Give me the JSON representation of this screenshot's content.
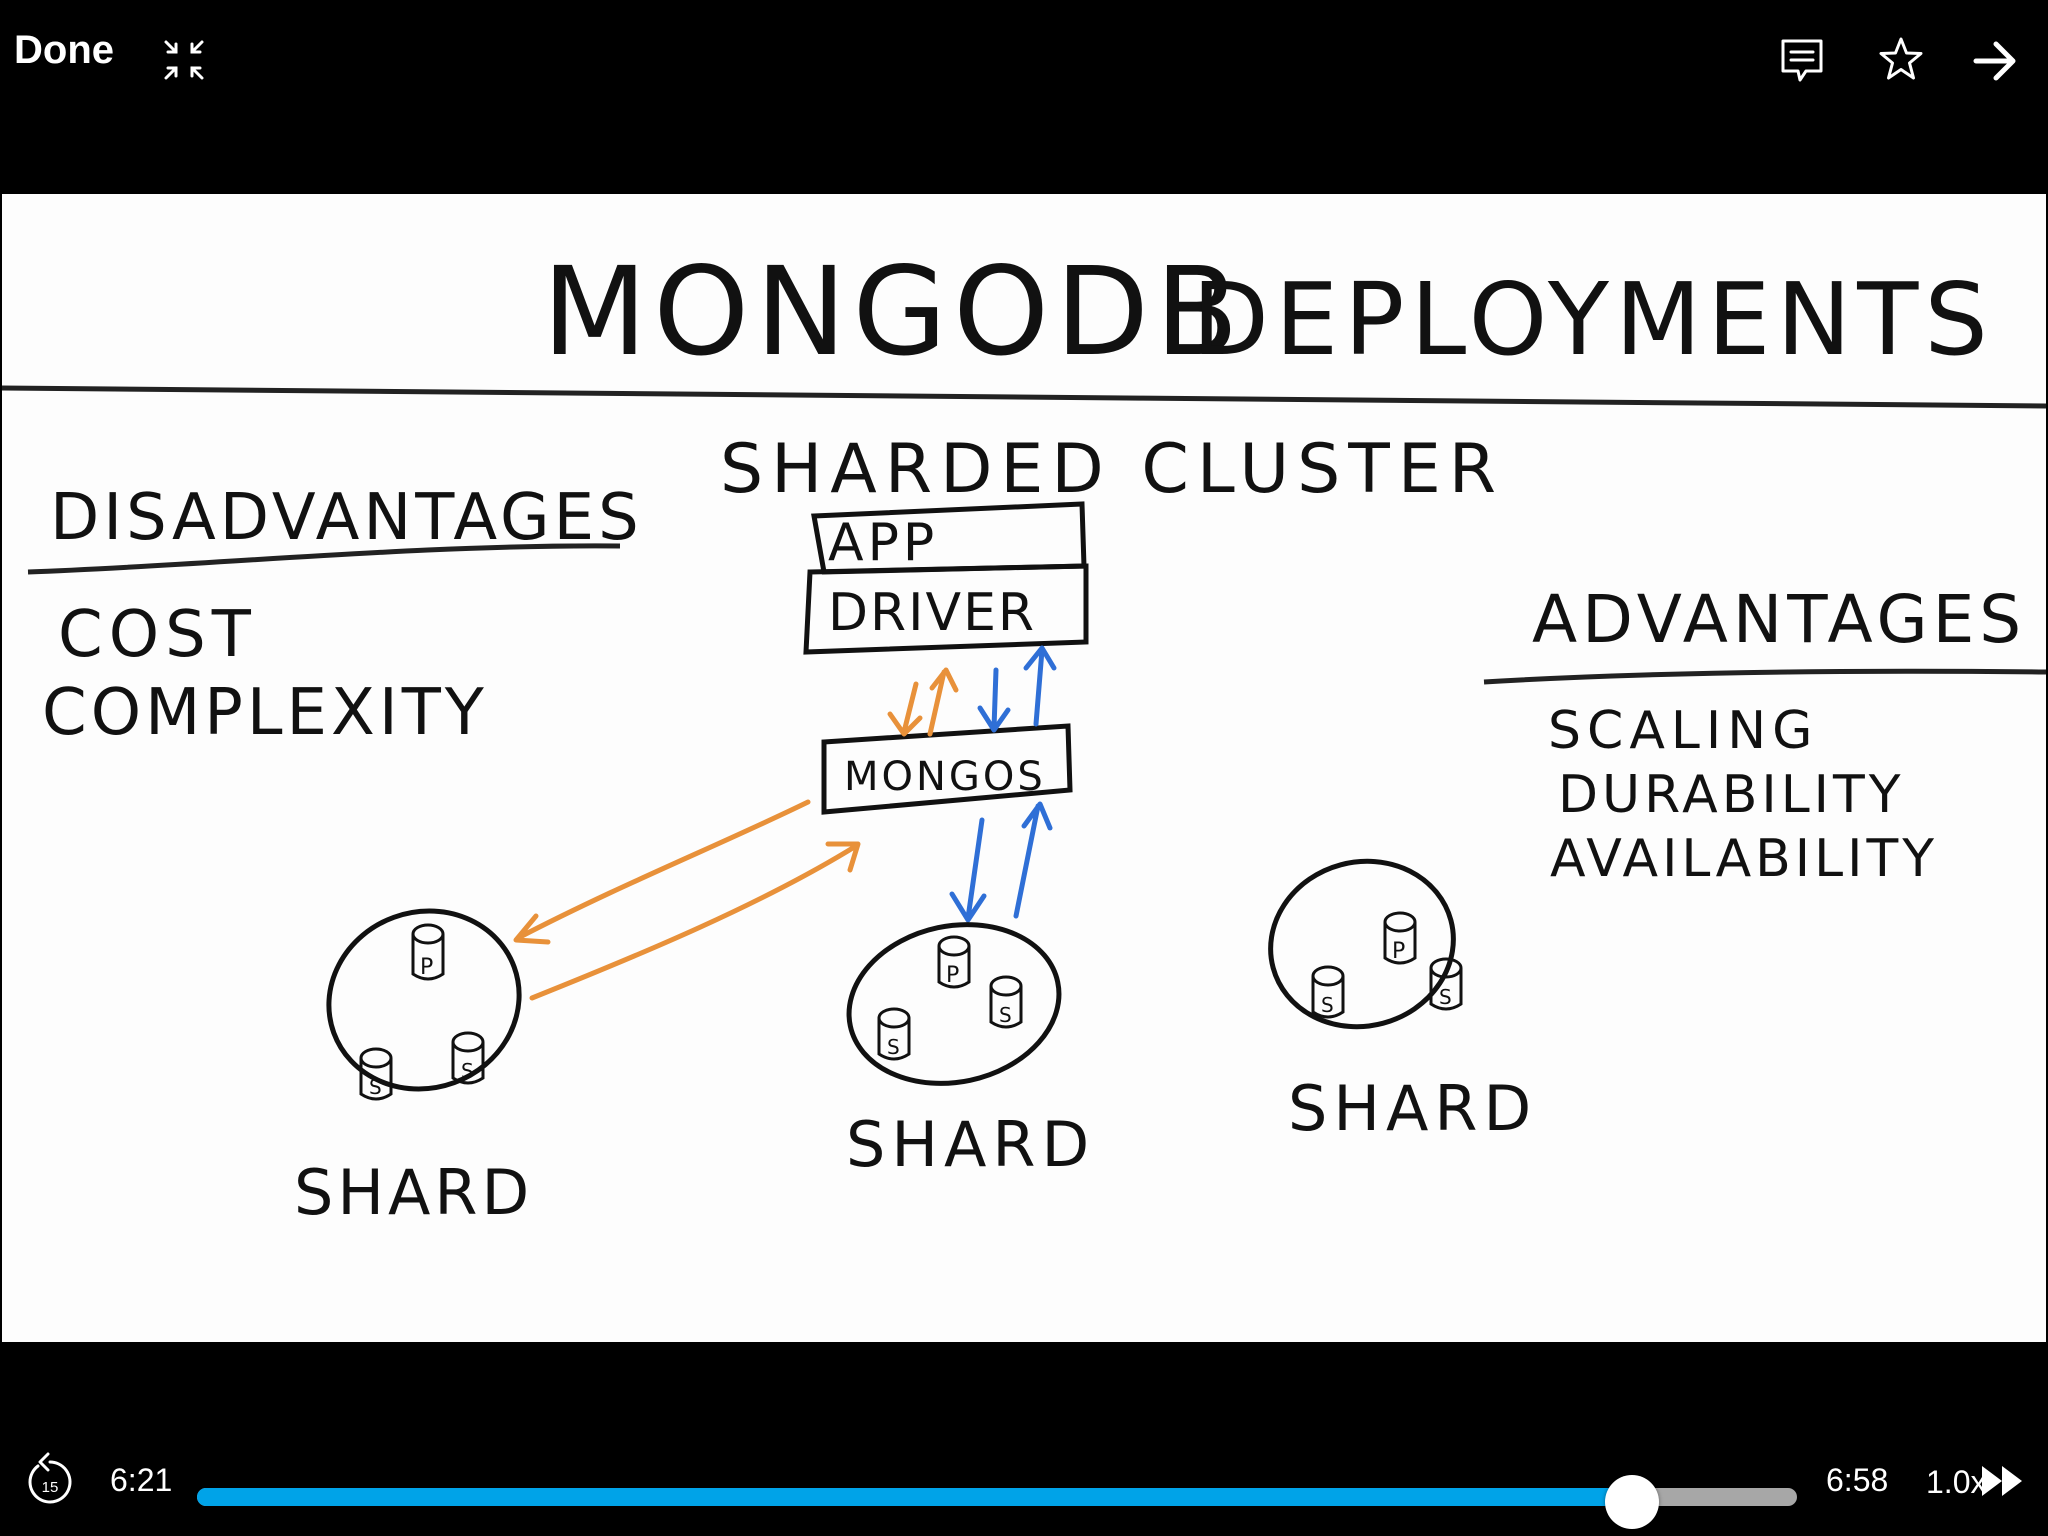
{
  "topbar": {
    "done_label": "Done",
    "icons": [
      "collapse-icon",
      "comment-icon",
      "star-icon",
      "forward-arrow-icon"
    ]
  },
  "video": {
    "title": "MongoDB Deployments",
    "title_parts": [
      "MONGODB",
      "DEPLOYMENTS"
    ],
    "center_heading": "SHARDED CLUSTER",
    "left_heading": "DISADVANTAGES",
    "left_items": [
      "COST",
      "COMPLEXITY"
    ],
    "right_heading": "ADVANTAGES",
    "right_items": [
      "SCALING",
      "DURABILITY",
      "AVAILABILITY"
    ],
    "app_label": "APP",
    "driver_label": "DRIVER",
    "mongos_label": "MONGOS",
    "shard_label": "SHARD",
    "primary_letter": "P",
    "secondary_letter": "S",
    "colors": {
      "orange": "#e8913a",
      "blue": "#2f6fd6",
      "ink": "#111111"
    }
  },
  "player": {
    "rewind_label": "15",
    "elapsed": "6:21",
    "remaining": "6:58",
    "speed": "1.0x",
    "progress": 0.897,
    "colors": {
      "fill": "#00a3e8",
      "track": "#a7a7a7"
    }
  }
}
